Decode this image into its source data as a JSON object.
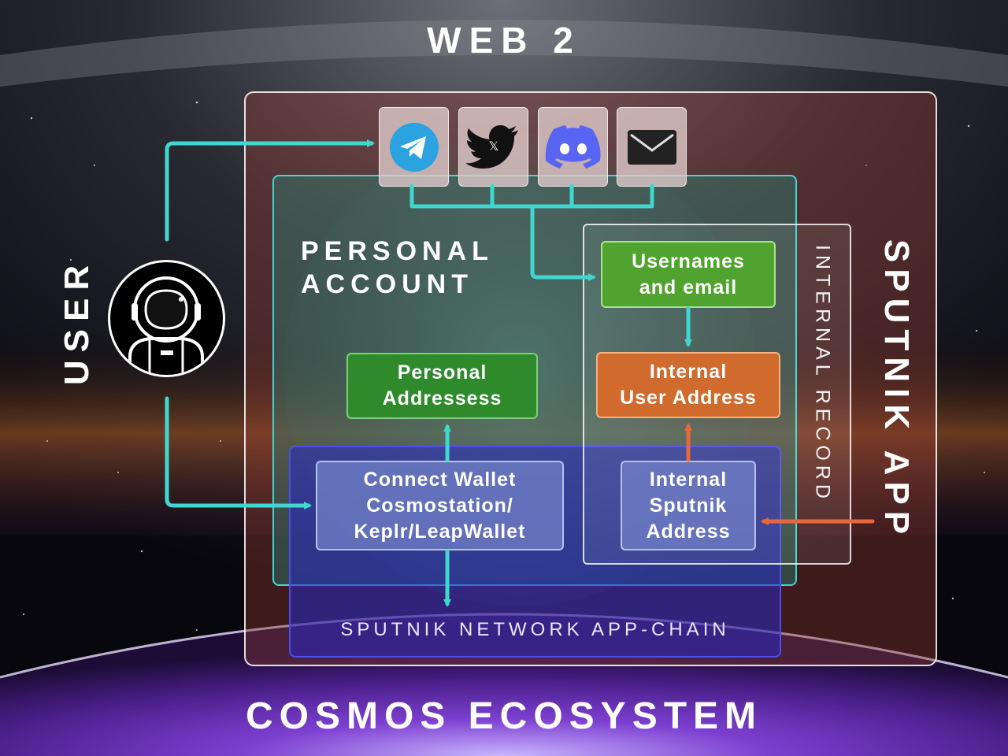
{
  "titles": {
    "top": "WEB 2",
    "bottom": "COSMOS ECOSYSTEM",
    "left": "USER",
    "right": "SPUTNIK APP",
    "record": "INTERNAL RECORD"
  },
  "personal_account": {
    "label": "PERSONAL\nACCOUNT"
  },
  "chain": {
    "label": "SPUTNIK NETWORK APP-CHAIN"
  },
  "socials": [
    {
      "icon": "telegram-icon"
    },
    {
      "icon": "twitter-icon"
    },
    {
      "icon": "discord-icon"
    },
    {
      "icon": "email-icon"
    }
  ],
  "nodes": {
    "usernames": "Usernames\nand email",
    "internal_user": "Internal\nUser Address",
    "personal_addresses": "Personal\nAddressess",
    "connect_wallet": "Connect Wallet\nCosmostation/\nKeplr/LeapWallet",
    "internal_sputnik": "Internal\nSputnik\nAddress"
  },
  "colors": {
    "teal_arrow": "#3fd7cf",
    "orange_arrow": "#e8683a",
    "usernames_box": "#4fa32e",
    "internal_user_box": "#d06a2d",
    "personal_addresses_box": "#2f8a2c",
    "chain_box": "#3b3ed8"
  }
}
